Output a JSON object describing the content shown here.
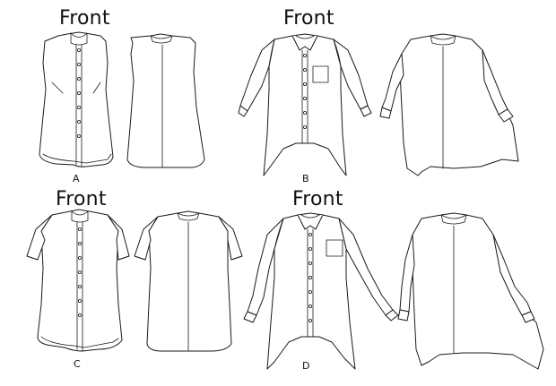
{
  "views": [
    {
      "id": "A",
      "heading": "Front",
      "letter": "A"
    },
    {
      "id": "B",
      "heading": "Front",
      "letter": "B"
    },
    {
      "id": "C",
      "heading": "Front",
      "letter": "C"
    },
    {
      "id": "D",
      "heading": "Front",
      "letter": "D"
    }
  ],
  "colors": {
    "line": "#1a1a1a",
    "background": "#ffffff"
  }
}
